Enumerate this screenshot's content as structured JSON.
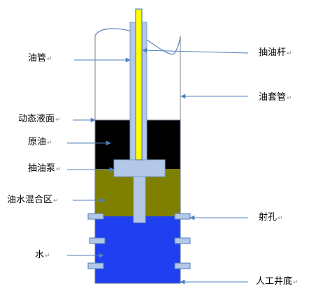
{
  "labels": {
    "tubing": "油管",
    "sucker_rod": "抽油杆",
    "casing": "油套管",
    "dynamic_level": "动态液面",
    "crude_oil": "原油",
    "pump": "抽油泵",
    "mixed_zone": "油水混合区",
    "perforation": "射孔",
    "water": "水",
    "artificial_bottom": "人工井底"
  },
  "paragraph_mark": "↵",
  "colors": {
    "crude_oil": "#000000",
    "mixed_zone": "#7f7f00",
    "water": "#1f3ff0",
    "pipe_fill": "#b4c7e7",
    "pipe_stroke": "#7aa0c8",
    "rod": "#ffff00",
    "rod_stroke": "#4f81bd",
    "arrow": "#4f81bd",
    "casing_line": "#7f7f7f"
  }
}
